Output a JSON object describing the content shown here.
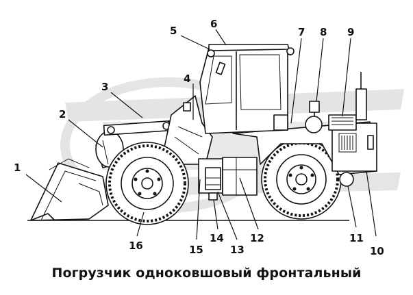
{
  "caption": "Погрузчик одноковшовый фронтальный",
  "callouts": [
    "1",
    "2",
    "3",
    "4",
    "5",
    "6",
    "7",
    "8",
    "9",
    "10",
    "11",
    "12",
    "13",
    "14",
    "15",
    "16"
  ],
  "colors": {
    "ink": "#111111",
    "watermark": "#cfcfcf",
    "paper": "#ffffff"
  },
  "watermark": "logo"
}
